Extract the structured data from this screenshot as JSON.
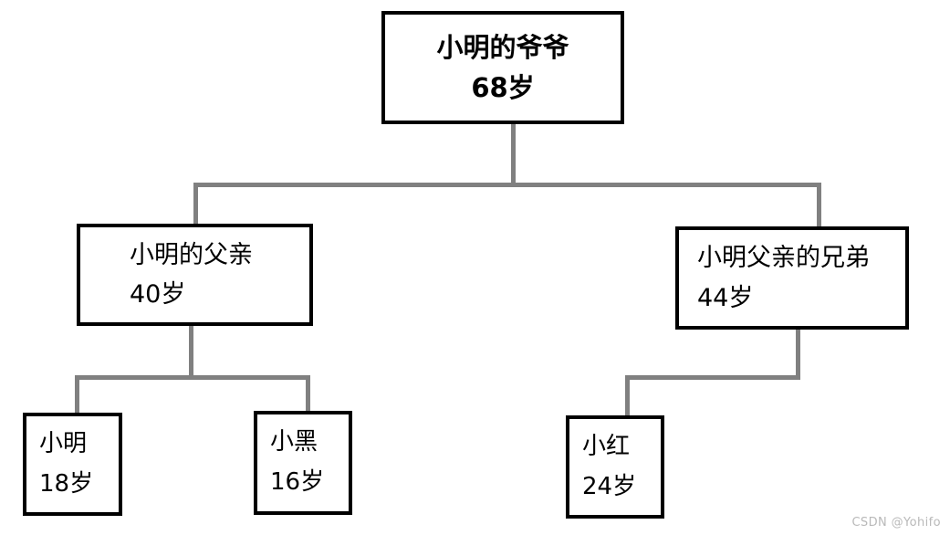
{
  "diagram": {
    "title": "family-tree-diagram",
    "line_color": "#808080",
    "box_border_color": "#000000",
    "background_color": "#ffffff",
    "nodes": {
      "grandfather": {
        "name": "小明的爷爷",
        "age": "68岁"
      },
      "father": {
        "name": "小明的父亲",
        "age": "40岁"
      },
      "uncle": {
        "name": "小明父亲的兄弟",
        "age": "44岁"
      },
      "xiaoming": {
        "name": "小明",
        "age": "18岁"
      },
      "xiaohei": {
        "name": "小黑",
        "age": "16岁"
      },
      "xiaohong": {
        "name": "小红",
        "age": "24岁"
      }
    }
  },
  "watermark": {
    "text": "CSDN @Yohifo"
  }
}
